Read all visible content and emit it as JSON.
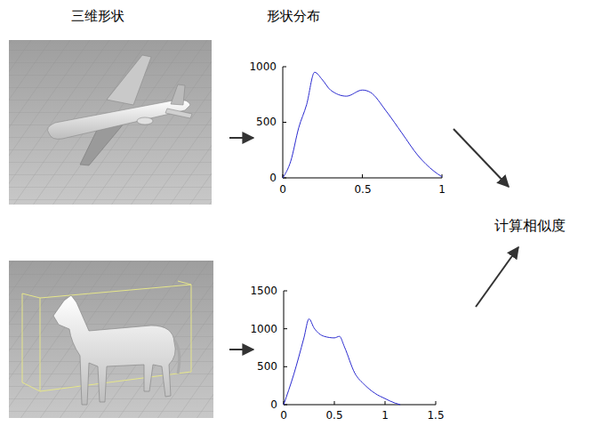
{
  "diagram": {
    "labels": [
      "三维形状",
      "形状分布",
      "1000",
      "500",
      "0",
      "0",
      "0.5",
      "1",
      "计算相似度",
      "1500",
      "1000",
      "500",
      "0",
      "0",
      "0.5",
      "1",
      "1.5"
    ]
  }
}
